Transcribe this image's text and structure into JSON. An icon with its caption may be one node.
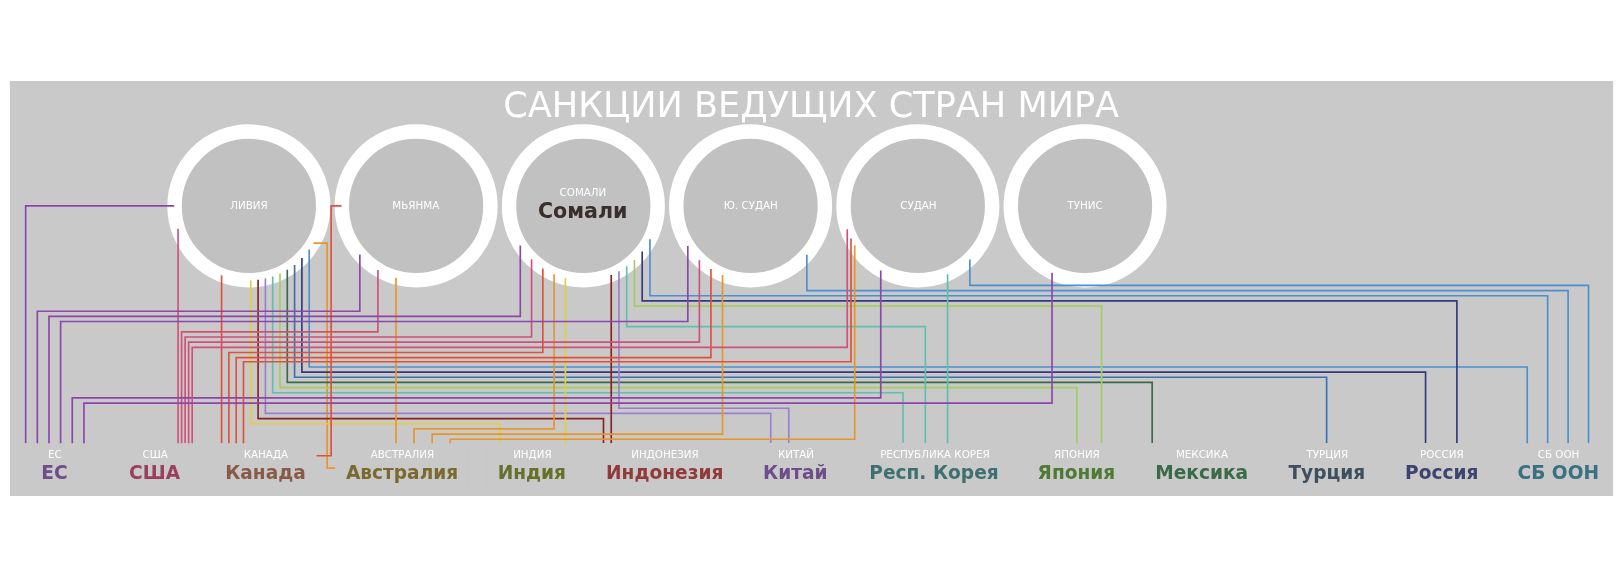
{
  "diagram": {
    "title": "САНКЦИИ ВЕДУЩИХ СТРАН МИРА",
    "nodes": [
      {
        "text": [
          "ЛИВИЯ"
        ]
      },
      {
        "text": [
          "МЬЯНМА"
        ]
      },
      {
        "text": [
          "СОМАЛИ",
          "Сомали"
        ]
      },
      {
        "text": [
          "Ю. СУДАН"
        ]
      },
      {
        "text": [
          "СУДАН"
        ]
      },
      {
        "text": [
          "ТУНИС"
        ]
      },
      {
        "text": [
          "ЕС"
        ],
        "beside": [
          "ЕС"
        ]
      },
      {
        "text": [
          "США"
        ],
        "beside": [
          "США"
        ]
      },
      {
        "text": [
          "КАНАДА"
        ],
        "beside": [
          "Канада"
        ]
      },
      {
        "text": [
          "АВСТРАЛИЯ"
        ],
        "beside": [
          "Австралия"
        ]
      },
      {
        "text": [
          "ИНДИЯ"
        ],
        "beside": [
          "Индия"
        ]
      },
      {
        "text": [
          "ИНДОНЕЗИЯ"
        ],
        "beside": [
          "Индонезия"
        ]
      },
      {
        "text": [
          "КИТАЙ"
        ],
        "beside": [
          "Китай"
        ]
      },
      {
        "text": [
          "РЕСПУБЛИКА КОРЕЯ"
        ],
        "beside": [
          "Респ. Корея"
        ]
      },
      {
        "text": [
          "ЯПОНИЯ"
        ],
        "beside": [
          "Япония"
        ]
      },
      {
        "text": [
          "МЕКСИКА"
        ],
        "beside": [
          "Мексика"
        ]
      },
      {
        "text": [
          "ТУРЦИЯ"
        ],
        "beside": [
          "Турция"
        ]
      },
      {
        "text": [
          "РОССИЯ"
        ],
        "beside": [
          "Россия"
        ]
      },
      {
        "text": [
          "СБ ООН"
        ],
        "beside": [
          "СБ ООН"
        ]
      }
    ],
    "edges": [
      {
        "from": 6,
        "to": 0,
        "arrow": "none",
        "color": "#8e44ad"
      },
      {
        "from": 6,
        "to": 1,
        "arrow": "none",
        "color": "#8e44ad"
      },
      {
        "from": 6,
        "to": 2,
        "arrow": "none",
        "color": "#8e44ad"
      },
      {
        "from": 6,
        "to": 3,
        "arrow": "none",
        "color": "#8e44ad"
      },
      {
        "from": 6,
        "to": 4,
        "arrow": "none",
        "color": "#8e44ad"
      },
      {
        "from": 6,
        "to": 5,
        "arrow": "none",
        "color": "#8e44ad"
      },
      {
        "from": 7,
        "to": 0,
        "arrow": "none",
        "color": "#d0507a"
      },
      {
        "from": 7,
        "to": 1,
        "arrow": "none",
        "color": "#d0507a"
      },
      {
        "from": 7,
        "to": 2,
        "arrow": "none",
        "color": "#d0507a"
      },
      {
        "from": 7,
        "to": 3,
        "arrow": "none",
        "color": "#d0507a"
      },
      {
        "from": 7,
        "to": 4,
        "arrow": "none",
        "color": "#d0507a"
      },
      {
        "from": 8,
        "to": 0,
        "arrow": "none",
        "color": "#e0503a"
      },
      {
        "from": 8,
        "to": 1,
        "arrow": "none",
        "color": "#e0503a"
      },
      {
        "from": 8,
        "to": 2,
        "arrow": "none",
        "color": "#e0503a"
      },
      {
        "from": 8,
        "to": 3,
        "arrow": "none",
        "color": "#e0503a"
      },
      {
        "from": 8,
        "to": 4,
        "arrow": "none",
        "color": "#e0503a"
      },
      {
        "from": 9,
        "to": 0,
        "arrow": "none",
        "color": "#e8962a"
      },
      {
        "from": 9,
        "to": 1,
        "arrow": "none",
        "color": "#e8962a"
      },
      {
        "from": 9,
        "to": 2,
        "arrow": "none",
        "color": "#e8962a"
      },
      {
        "from": 9,
        "to": 3,
        "arrow": "none",
        "color": "#e8962a"
      },
      {
        "from": 9,
        "to": 4,
        "arrow": "none",
        "color": "#e8962a"
      },
      {
        "from": 10,
        "to": 0,
        "arrow": "none",
        "color": "#e0d040"
      },
      {
        "from": 10,
        "to": 2,
        "arrow": "none",
        "color": "#e0d040"
      },
      {
        "from": 11,
        "to": 0,
        "arrow": "none",
        "color": "#8b2020"
      },
      {
        "from": 11,
        "to": 2,
        "arrow": "none",
        "color": "#8b2020"
      },
      {
        "from": 12,
        "to": 0,
        "arrow": "none",
        "color": "#9b7fd0"
      },
      {
        "from": 12,
        "to": 2,
        "arrow": "none",
        "color": "#9b7fd0"
      },
      {
        "from": 13,
        "to": 0,
        "arrow": "none",
        "color": "#60c0b0"
      },
      {
        "from": 13,
        "to": 2,
        "arrow": "none",
        "color": "#60c0b0"
      },
      {
        "from": 13,
        "to": 4,
        "arrow": "none",
        "color": "#60c0b0"
      },
      {
        "from": 14,
        "to": 0,
        "arrow": "none",
        "color": "#a0d060"
      },
      {
        "from": 14,
        "to": 2,
        "arrow": "none",
        "color": "#a0d060"
      },
      {
        "from": 15,
        "to": 0,
        "arrow": "none",
        "color": "#3a6a4a"
      },
      {
        "from": 16,
        "to": 0,
        "arrow": "none",
        "color": "#3a70b0"
      },
      {
        "from": 17,
        "to": 0,
        "arrow": "none",
        "color": "#303a80"
      },
      {
        "from": 17,
        "to": 2,
        "arrow": "none",
        "color": "#303a80"
      },
      {
        "from": 18,
        "to": 0,
        "arrow": "none",
        "color": "#4a90d0"
      },
      {
        "from": 18,
        "to": 2,
        "arrow": "none",
        "color": "#4a90d0"
      },
      {
        "from": 18,
        "to": 3,
        "arrow": "none",
        "color": "#4a90d0"
      },
      {
        "from": 18,
        "to": 4,
        "arrow": "none",
        "color": "#4a90d0"
      }
    ]
  }
}
